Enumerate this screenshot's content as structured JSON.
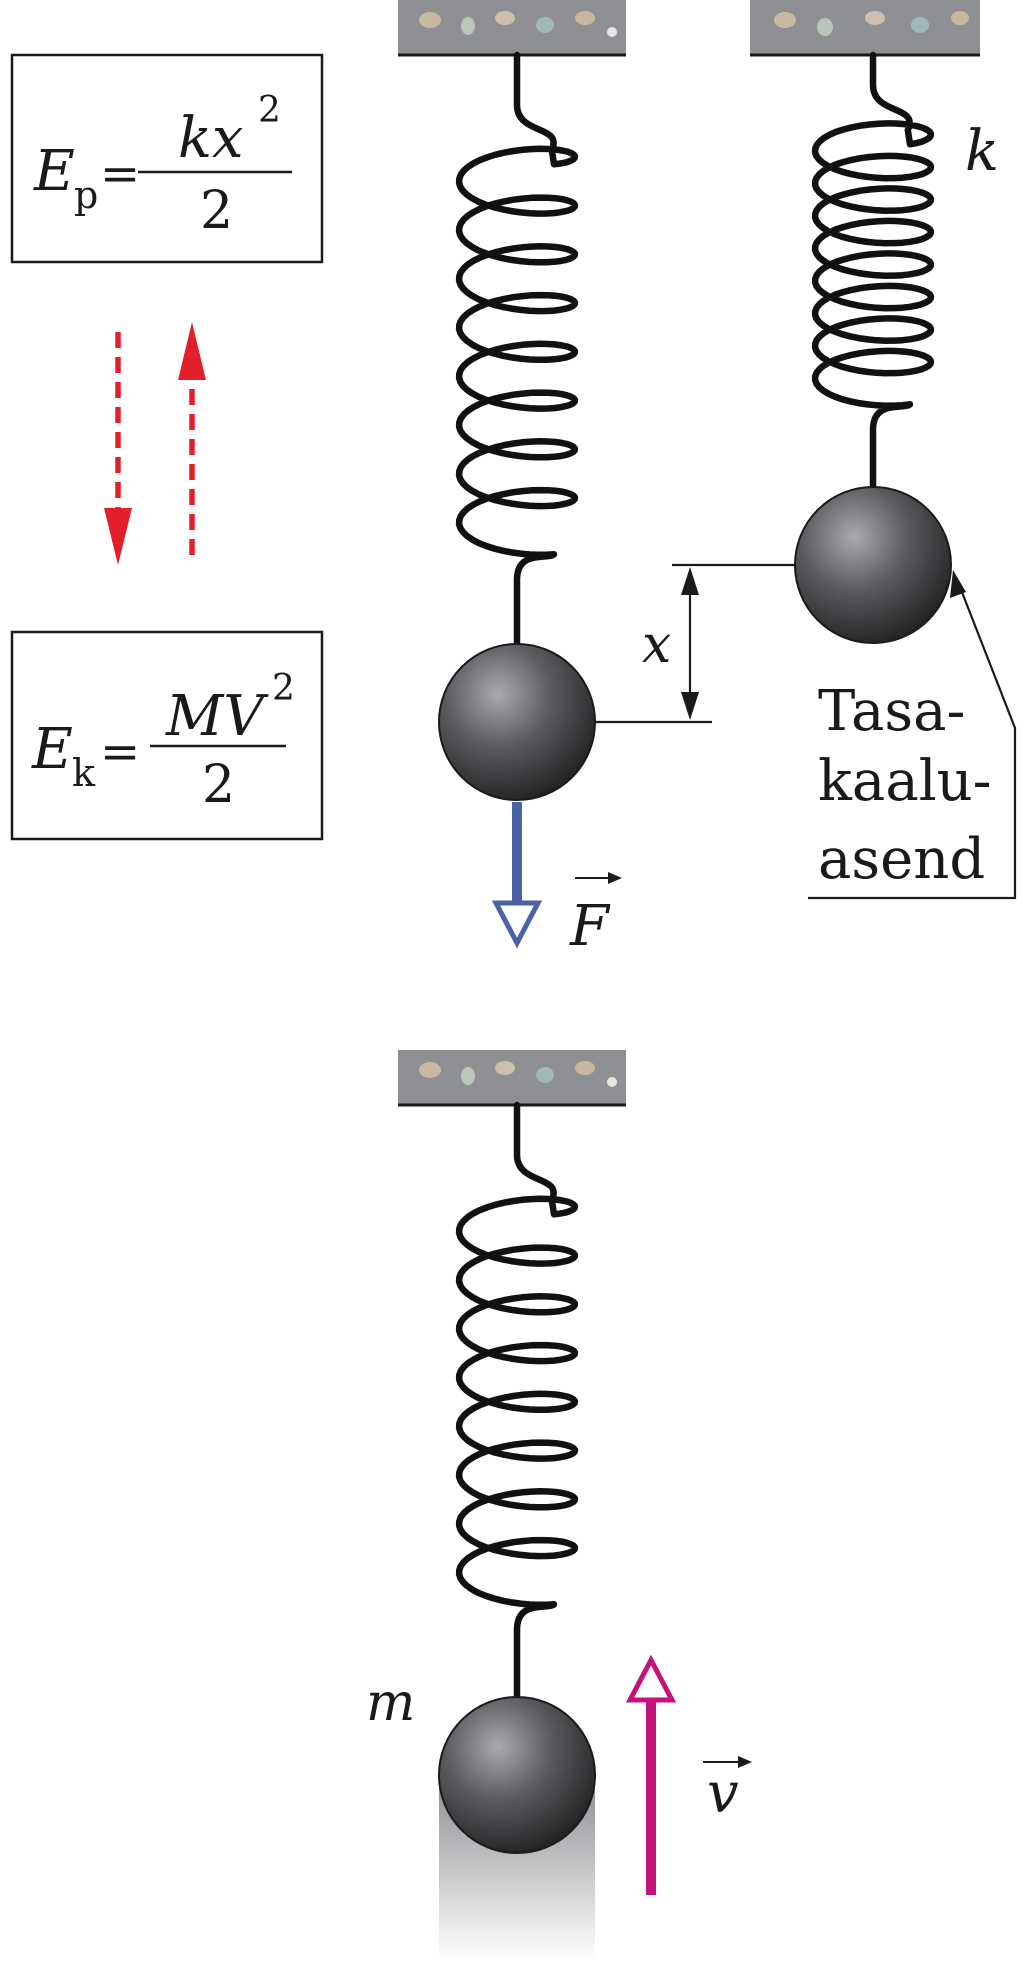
{
  "formulas": {
    "potential": {
      "symbol": "E",
      "subscript": "p",
      "equals": "=",
      "numerator_base": "kx",
      "numerator_exp": "2",
      "denominator": "2"
    },
    "kinetic": {
      "symbol": "E",
      "subscript": "k",
      "equals": "=",
      "numerator_base": "MV",
      "numerator_exp": "2",
      "denominator": "2"
    }
  },
  "labels": {
    "spring_constant": "k",
    "displacement": "x",
    "force": "F",
    "mass": "m",
    "velocity": "v",
    "equilibrium_line1": "Tasa-",
    "equilibrium_line2": "kaalu-",
    "equilibrium_line3": "asend"
  },
  "colors": {
    "energy_arrows": "#e3202a",
    "force_arrow": "#4a62a8",
    "velocity_arrow": "#c4127a",
    "ceiling": "#8e8f92",
    "ball": "#3a3a3c"
  }
}
